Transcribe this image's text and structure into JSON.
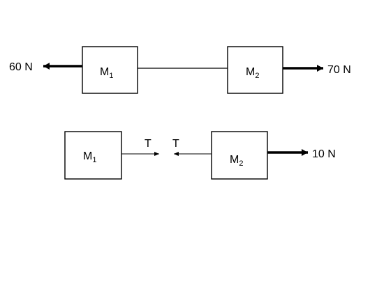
{
  "top_system": {
    "mass_left": {
      "label": "M",
      "subscript": "1"
    },
    "mass_right": {
      "label": "M",
      "subscript": "2"
    },
    "force_left": "60 N",
    "force_right": "70 N"
  },
  "bottom_system": {
    "mass_left": {
      "label": "M",
      "subscript": "1"
    },
    "mass_right": {
      "label": "M",
      "subscript": "2"
    },
    "tension_left": "T",
    "tension_right": "T",
    "force_right": "10 N"
  }
}
